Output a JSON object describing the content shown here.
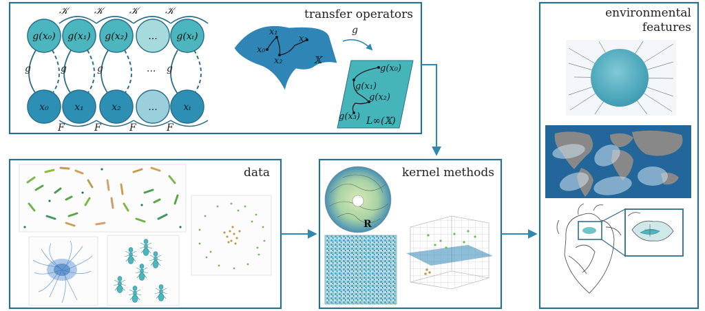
{
  "colors": {
    "frame": "#2a6f8a",
    "node_light": "#4bb6bd",
    "node_dark": "#2c8fb3",
    "node_faded": "#9ccfdc",
    "node_faded_light": "#a7dadc",
    "teal": "#41b6b9",
    "ocean": "#23679a",
    "land": "#888888"
  },
  "panels": {
    "transfer": {
      "title": "transfer operators"
    },
    "data": {
      "title": "data"
    },
    "kernel": {
      "title": "kernel methods"
    },
    "environmental": {
      "title_line1": "environmental",
      "title_line2": "features"
    }
  },
  "graph": {
    "top_nodes": [
      "g(x₀)",
      "g(x₁)",
      "g(x₂)",
      "...",
      "g(xₜ)"
    ],
    "bottom_nodes": [
      "x₀",
      "x₁",
      "x₂",
      "...",
      "xₜ"
    ],
    "koopman_label": "𝒦",
    "f_label": "F",
    "g_label": "g",
    "middle_dots": "..."
  },
  "transfer": {
    "traj_points": [
      "x₀",
      "x₁",
      "x₂",
      "x₃"
    ],
    "space_label": "𝕏",
    "map_label": "g",
    "image_points": [
      "g(x₀)",
      "g(x₁)",
      "g(x₂)",
      "g(x₃)"
    ],
    "function_space": "L∞(𝕏)"
  },
  "kernel": {
    "region_label": "R"
  }
}
